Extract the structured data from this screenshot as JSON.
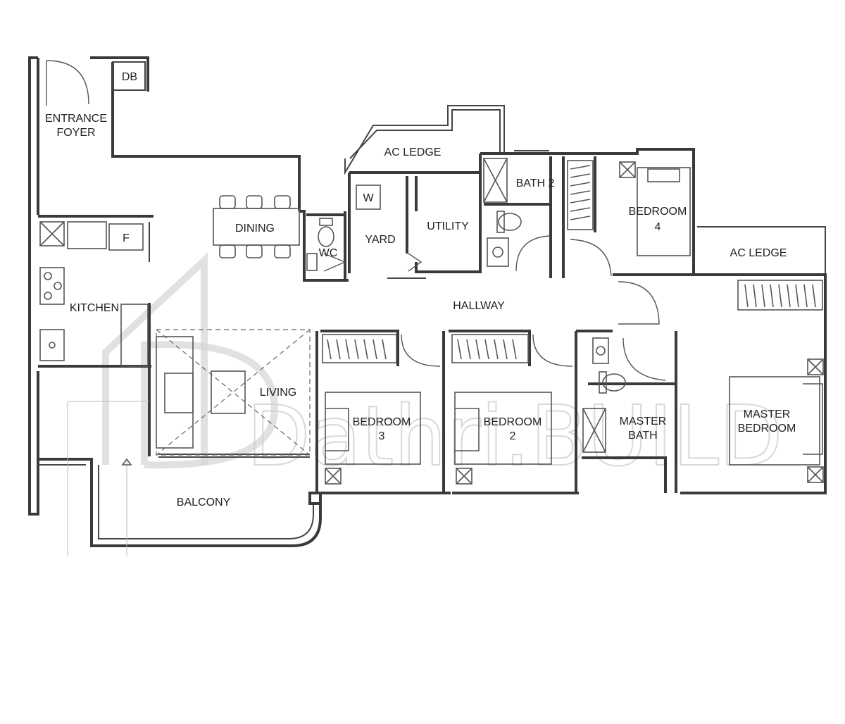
{
  "rooms": {
    "entrance_foyer_line1": "ENTRANCE",
    "entrance_foyer_line2": "FOYER",
    "db": "DB",
    "ac_ledge_top": "AC LEDGE",
    "bath2": "BATH 2",
    "bedroom4_line1": "BEDROOM",
    "bedroom4_line2": "4",
    "dining": "DINING",
    "wc": "WC",
    "yard": "YARD",
    "utility": "UTILITY",
    "washer": "W",
    "fridge": "F",
    "ac_ledge_right": "AC LEDGE",
    "kitchen": "KITCHEN",
    "hallway": "HALLWAY",
    "living": "LIVING",
    "bedroom3_line1": "BEDROOM",
    "bedroom3_line2": "3",
    "bedroom2_line1": "BEDROOM",
    "bedroom2_line2": "2",
    "master_bath_line1": "MASTER",
    "master_bath_line2": "BATH",
    "master_bedroom_line1": "MASTER",
    "master_bedroom_line2": "BEDROOM",
    "balcony": "BALCONY"
  },
  "watermark": {
    "text": "Dathri.BUILD",
    "color": "#cfcfcf"
  },
  "colors": {
    "wall": "#3a3a3a",
    "background": "#ffffff"
  }
}
